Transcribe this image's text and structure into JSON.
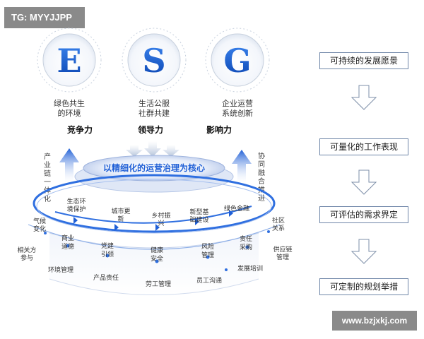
{
  "tag": "TG: MYYJJPP",
  "watermark": "www.bzjxkj.com",
  "pillars": [
    {
      "letter": "E",
      "desc1": "绿色共生",
      "desc2": "的环境",
      "power": "竞争力"
    },
    {
      "letter": "S",
      "desc1": "生活公服",
      "desc2": "社群共建",
      "power": "领导力"
    },
    {
      "letter": "G",
      "desc1": "企业运营",
      "desc2": "系统创新",
      "power": "影响力"
    }
  ],
  "core_text": "以精细化的运营治理为核心",
  "side_left": [
    "产",
    "业",
    "链",
    "一",
    "体",
    "化"
  ],
  "side_right": [
    "协",
    "同",
    "融",
    "合",
    "推",
    "进"
  ],
  "upper_ring": [
    {
      "l1": "生态环",
      "l2": "境保护"
    },
    {
      "l1": "城市更",
      "l2": "新"
    },
    {
      "l1": "乡村振",
      "l2": "兴"
    },
    {
      "l1": "新型基",
      "l2": "础建设"
    },
    {
      "l1": "绿色金融",
      "l2": ""
    }
  ],
  "lower_ring": [
    {
      "l1": "商业",
      "l2": "道德"
    },
    {
      "l1": "党建",
      "l2": "引领"
    },
    {
      "l1": "健康",
      "l2": "安全"
    },
    {
      "l1": "风险",
      "l2": "管理"
    },
    {
      "l1": "责任",
      "l2": "采购"
    }
  ],
  "outer_labels": {
    "climate": {
      "l1": "气候",
      "l2": "变化"
    },
    "community": {
      "l1": "社区",
      "l2": "关系"
    },
    "stakeholder": {
      "l1": "相关方",
      "l2": "参与"
    },
    "supply": {
      "l1": "供应链",
      "l2": "管理"
    },
    "env_mgmt": "环境管理",
    "product": "产品责任",
    "labor": "劳工管理",
    "employee": "员工沟通",
    "training": "发展培训"
  },
  "steps": [
    "可持续的发展愿景",
    "可量化的工作表现",
    "可评估的需求界定",
    "可定制的规划举措"
  ],
  "colors": {
    "accent": "#1f5fd6",
    "ring": "#2f6fe0",
    "text": "#222222"
  }
}
